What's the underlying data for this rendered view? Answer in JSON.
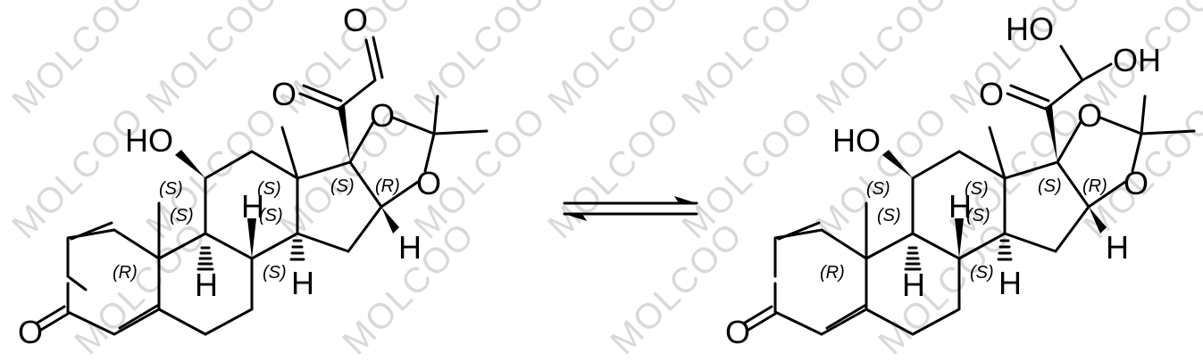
{
  "watermark": {
    "text": "MOLCOO",
    "color": "#d9d9d9"
  },
  "left_structure": {
    "atoms": {
      "ketone_O": "O",
      "hydroxyl": "HO",
      "c20_O": "O",
      "aldehyde_O": "O",
      "ring_O1": "O",
      "ring_O2": "O",
      "H9": "H",
      "H8": "H",
      "H14": "H",
      "H16": "H"
    },
    "stereo": {
      "s11": "(S)",
      "s9": "(S)",
      "s8": "(S)",
      "s13": "(S)",
      "s17": "(S)",
      "r16": "(R)",
      "r10": "(R)",
      "s14": "(S)"
    }
  },
  "right_structure": {
    "atoms": {
      "ketone_O": "O",
      "hydroxyl": "HO",
      "c20_O": "O",
      "diol_OH1": "HO",
      "diol_OH2": "OH",
      "ring_O1": "O",
      "ring_O2": "O",
      "H9": "H",
      "H8": "H",
      "H14": "H",
      "H16": "H"
    },
    "stereo": {
      "s11": "(S)",
      "s9": "(S)",
      "s8": "(S)",
      "s13": "(S)",
      "s17": "(S)",
      "r16": "(R)",
      "r10": "(R)",
      "s14": "(S)"
    }
  },
  "arrow": {
    "type": "equilibrium"
  }
}
